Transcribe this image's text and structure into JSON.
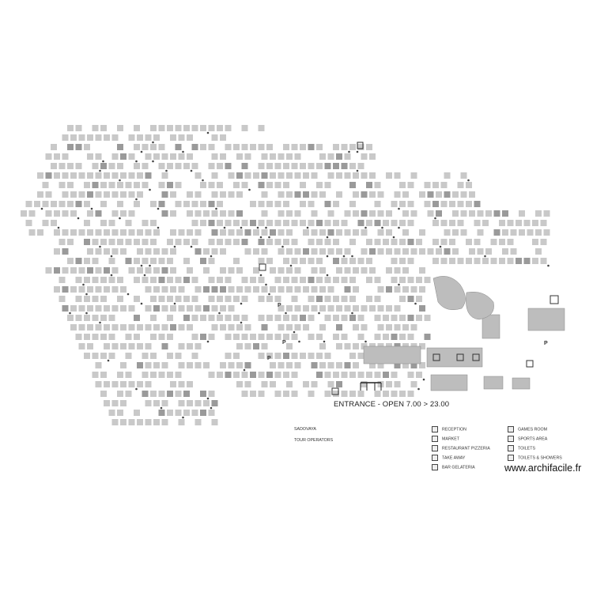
{
  "map": {
    "entrance_label": "ENTRANCE - OPEN 7.00 > 23.00",
    "watermark": "www.archifacile.fr",
    "parking_label": "P",
    "left_notes": [
      "SADOVAYA",
      "TOUR OPERATORS"
    ],
    "legend_left": [
      {
        "label": "RECEPTION",
        "icon": "reception-icon"
      },
      {
        "label": "MARKET",
        "icon": "market-icon"
      },
      {
        "label": "RESTAURANT PIZZERIA",
        "icon": "restaurant-icon"
      },
      {
        "label": "TAKE AWAY",
        "icon": "takeaway-icon"
      },
      {
        "label": "BAR GELATERIA",
        "icon": "bar-icon"
      }
    ],
    "legend_right": [
      {
        "label": "GAMES ROOM",
        "icon": "games-icon"
      },
      {
        "label": "SPORTS AREA",
        "icon": "sports-icon"
      },
      {
        "label": "TOILETS",
        "icon": "toilets-icon"
      },
      {
        "label": "TOILETS & SHOWERS",
        "icon": "showers-icon"
      },
      {
        "label": "",
        "icon": "other-icon"
      }
    ]
  }
}
